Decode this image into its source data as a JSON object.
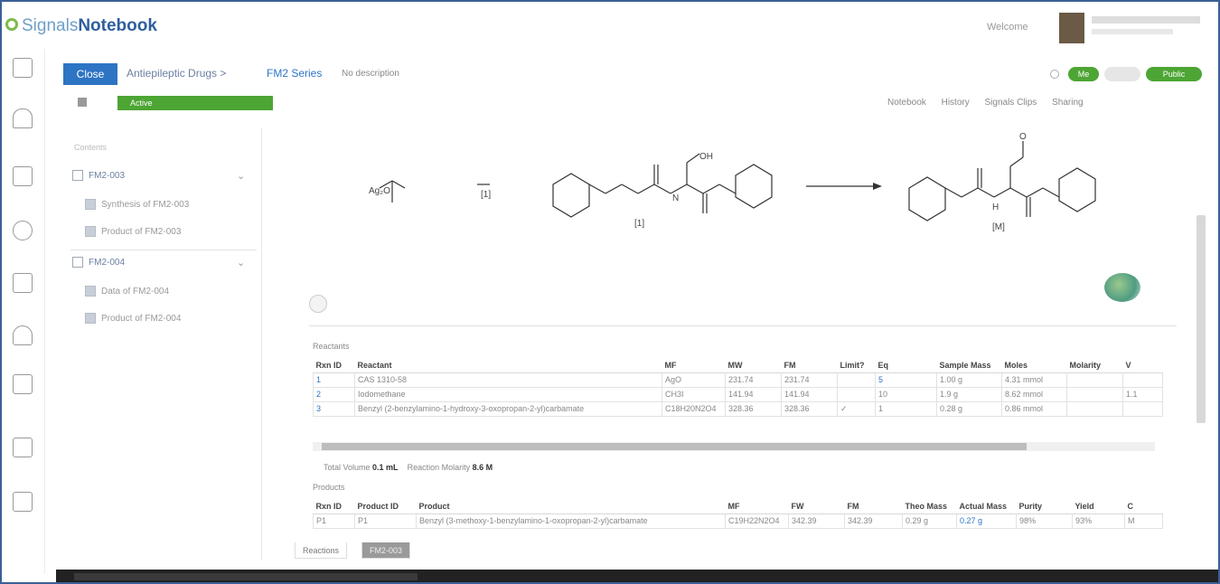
{
  "app": {
    "logo_part1": "Signals",
    "logo_part2": "Notebook",
    "welcome": "Welcome"
  },
  "header": {
    "close_label": "Close",
    "breadcrumb_parent": "Antiepileptic Drugs >",
    "breadcrumb_current": "FM2 Series",
    "breadcrumb_note": "No description",
    "stage_select": "Active"
  },
  "status": {
    "pill1": "Me",
    "pill3": "Public",
    "colors": {
      "green": "#4da534",
      "blue": "#2d74c4"
    }
  },
  "toolbar": {
    "items": [
      "Notebook",
      "History",
      "Signals Clips",
      "Sharing"
    ]
  },
  "sidebar": {
    "section_label": "Contents",
    "groups": [
      {
        "label": "FM2-003",
        "children": [
          "Synthesis of FM2-003",
          "Product of FM2-003"
        ]
      },
      {
        "label": "FM2-004",
        "children": [
          "Data of FM2-004",
          "Product of FM2-004"
        ]
      }
    ]
  },
  "scheme": {
    "reagent_label": "[1]",
    "reactant_label": "[1]",
    "product_label": "[M]",
    "atom_oh": "OH",
    "atom_o": "O",
    "atom_h": "H",
    "atom_n": "N"
  },
  "reactants": {
    "title": "Reactants",
    "columns": [
      "Rxn ID",
      "Reactant",
      "MF",
      "MW",
      "FM",
      "Limit?",
      "Eq",
      "Sample Mass",
      "Moles",
      "Molarity",
      "V"
    ],
    "rows": [
      [
        "1",
        "CAS 1310-58",
        "AgO",
        "231.74",
        "231.74",
        "",
        "5",
        "1.00 g",
        "4.31 mmol",
        "",
        ""
      ],
      [
        "2",
        "Iodomethane",
        "CH3I",
        "141.94",
        "141.94",
        "",
        "10",
        "1.9 g",
        "8.62 mmol",
        "",
        "1.1"
      ],
      [
        "3",
        "Benzyl (2-benzylamino-1-hydroxy-3-oxopropan-2-yl)carbamate",
        "C18H20N2O4",
        "328.36",
        "328.36",
        "✓",
        "1",
        "0.28 g",
        "0.86 mmol",
        "",
        ""
      ]
    ]
  },
  "totals": {
    "volume_label": "Total Volume",
    "volume_value": "0.1 mL",
    "reaction_label": "Reaction Molarity",
    "reaction_value": "8.6 M"
  },
  "products": {
    "title": "Products",
    "columns": [
      "Rxn ID",
      "Product ID",
      "Product",
      "MF",
      "FW",
      "FM",
      "Theo Mass",
      "Actual Mass",
      "Purity",
      "Yield",
      "C"
    ],
    "rows": [
      [
        "P1",
        "P1",
        "Benzyl (3-methoxy-1-benzylamino-1-oxopropan-2-yl)carbamate",
        "C19H22N2O4",
        "342.39",
        "342.39",
        "0.29 g",
        "0.27 g",
        "98%",
        "93%",
        "M"
      ]
    ]
  },
  "tabs": [
    "Reactions",
    "FM2-003"
  ]
}
